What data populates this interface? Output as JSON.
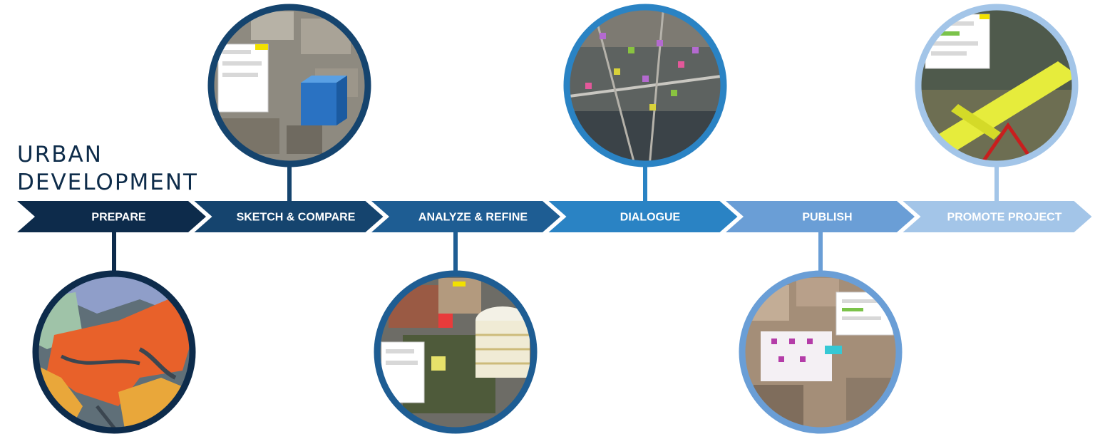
{
  "title": {
    "line1": "URBAN",
    "line2": "DEVELOPMENT"
  },
  "stages": [
    {
      "label": "PREPARE",
      "color": "#0d2b4b",
      "image_position": "below",
      "image": "orange-and-green-zoning-map"
    },
    {
      "label": "SKETCH & COMPARE",
      "color": "#15446e",
      "image_position": "above",
      "image": "3d-city-sketch-with-blue-volume"
    },
    {
      "label": "ANALYZE & REFINE",
      "color": "#1e5d93",
      "image_position": "below",
      "image": "3d-city-analysis-with-round-building"
    },
    {
      "label": "DIALOGUE",
      "color": "#2a83c4",
      "image_position": "above",
      "image": "city-map-with-colored-markers"
    },
    {
      "label": "PUBLISH",
      "color": "#6a9ed6",
      "image_position": "below",
      "image": "published-3d-building-view"
    },
    {
      "label": "PROMOTE PROJECT",
      "color": "#a3c5e8",
      "image_position": "above",
      "image": "yellow-infrastructure-3d-view"
    }
  ]
}
